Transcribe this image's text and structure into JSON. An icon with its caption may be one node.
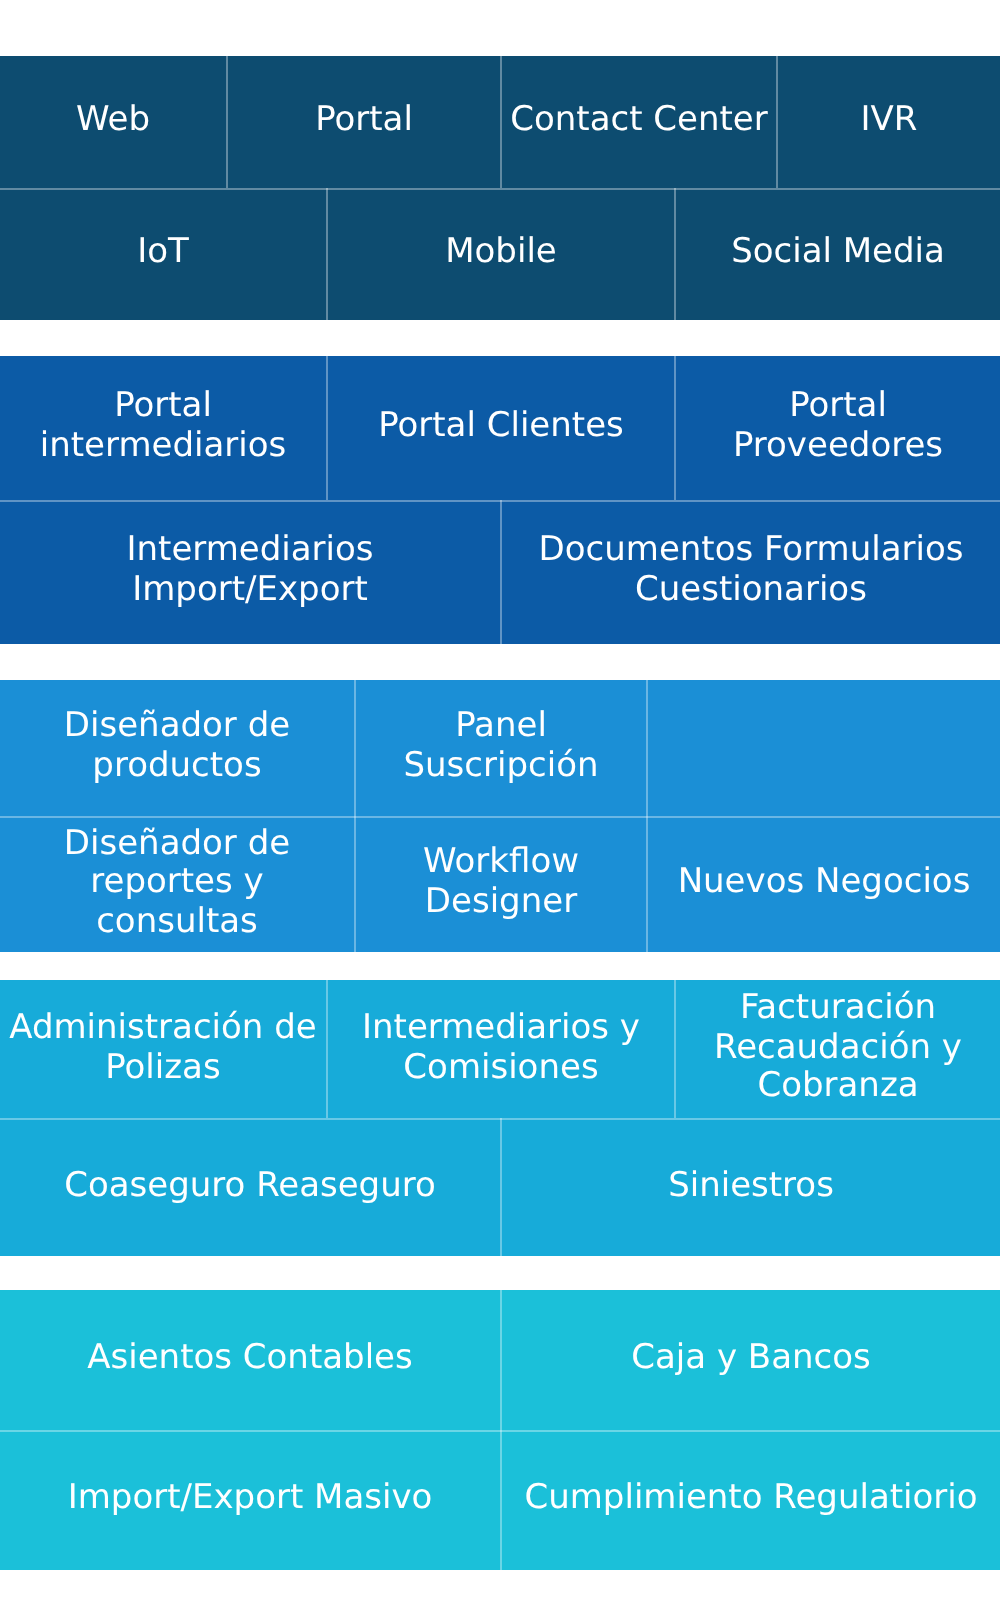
{
  "diagram": {
    "nodes": [
      {
        "text": [],
        "shape": "box"
      },
      {
        "text": [
          "Web"
        ],
        "in": 0
      },
      {
        "text": [
          "Portal"
        ],
        "in": 0
      },
      {
        "text": [
          "Contact Center"
        ],
        "in": 0
      },
      {
        "text": [
          "IVR"
        ],
        "in": 0
      },
      {
        "text": [
          "IoT"
        ],
        "in": 0
      },
      {
        "text": [
          "Mobile"
        ],
        "in": 0
      },
      {
        "text": [
          "Social Media"
        ],
        "in": 0
      },
      {
        "text": [],
        "shape": "box"
      },
      {
        "text": [
          "Portal intermediarios"
        ],
        "in": 8
      },
      {
        "text": [
          "Portal Clientes"
        ],
        "in": 8
      },
      {
        "text": [
          "Portal Proveedores"
        ],
        "in": 8
      },
      {
        "text": [
          "Intermediarios Import/Export"
        ],
        "in": 8
      },
      {
        "text": [
          "Documentos Formularios Cuestionarios"
        ],
        "in": 8
      },
      {
        "text": [],
        "shape": "box"
      },
      {
        "text": [
          "Diseñador de productos"
        ],
        "in": 14
      },
      {
        "text": [
          "Panel Suscripción"
        ],
        "in": 14
      },
      {
        "text": [],
        "shape": "box",
        "in": 14
      },
      {
        "text": [
          "Diseñador de reportes y consultas"
        ],
        "in": 14
      },
      {
        "text": [
          "Workflow Designer"
        ],
        "in": 14
      },
      {
        "text": [
          "Nuevos Negocios"
        ],
        "in": 14
      },
      {
        "text": [],
        "shape": "box"
      },
      {
        "text": [
          "Administración de Polizas"
        ],
        "in": 21
      },
      {
        "text": [
          "Intermediarios y Comisiones"
        ],
        "in": 21
      },
      {
        "text": [
          "Facturación Recaudación y Cobranza"
        ],
        "in": 21
      },
      {
        "text": [
          "Coaseguro Reaseguro"
        ],
        "in": 21
      },
      {
        "text": [
          "Siniestros"
        ],
        "in": 21
      },
      {
        "text": [],
        "shape": "box"
      },
      {
        "text": [
          "Asientos Contables"
        ],
        "in": 27
      },
      {
        "text": [
          "Caja y Bancos"
        ],
        "in": 27
      },
      {
        "text": [
          "Import/Export Masivo"
        ],
        "in": 27
      },
      {
        "text": [
          "Cumplimiento Regulatiorio"
        ],
        "in": 27
      }
    ]
  }
}
